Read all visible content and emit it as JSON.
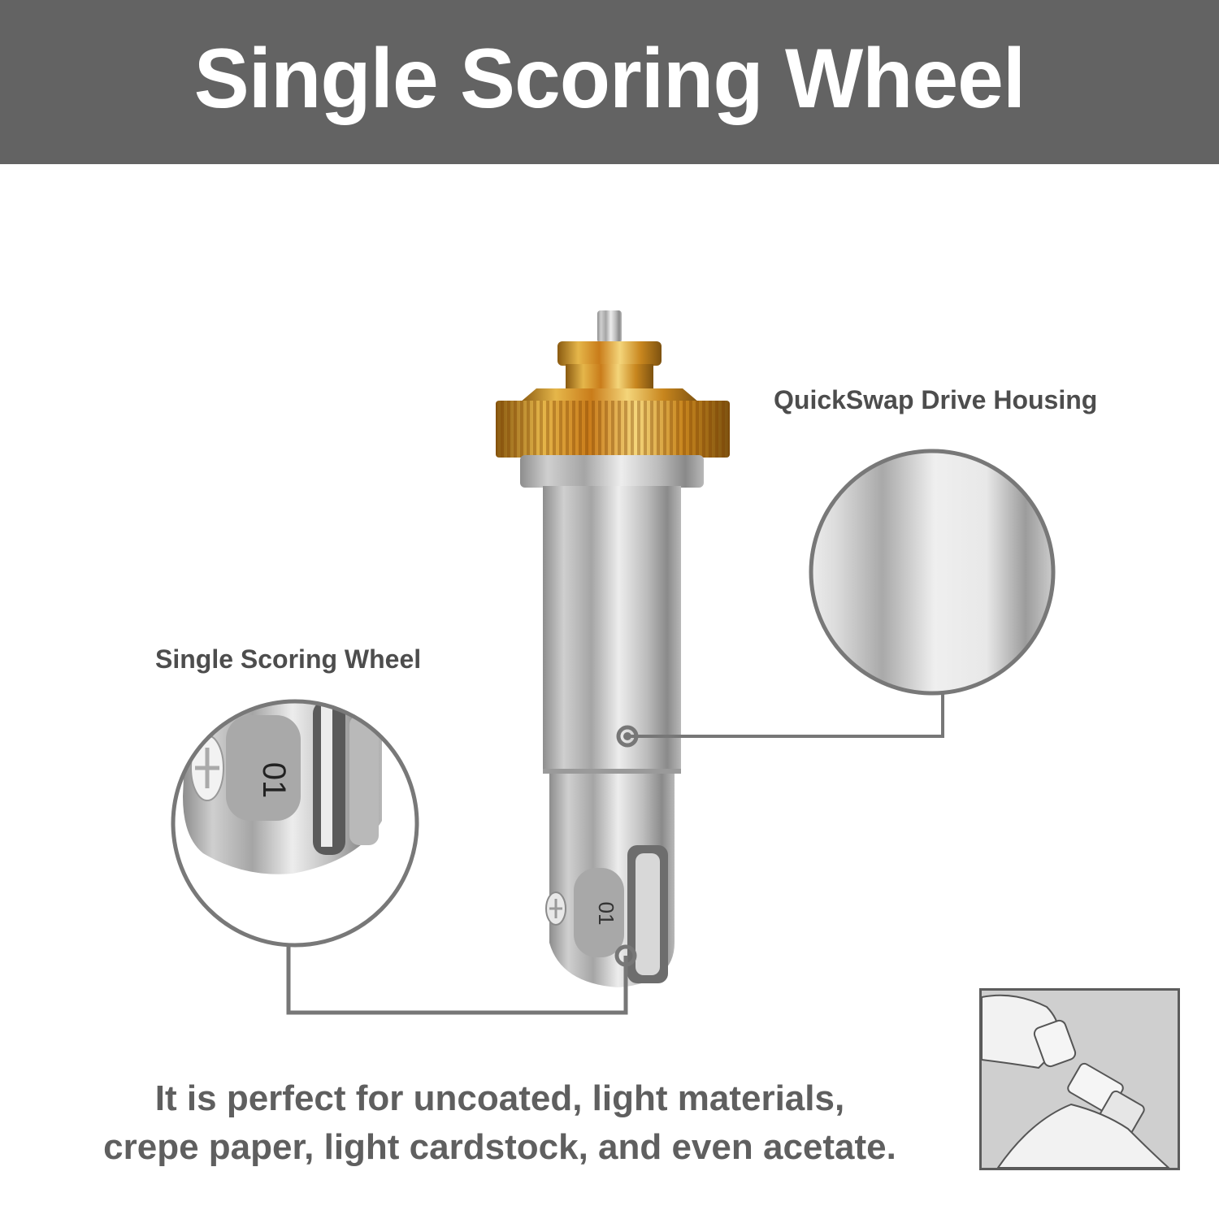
{
  "header": {
    "title": "Single Scoring Wheel",
    "background_color": "#636363",
    "text_color": "#ffffff"
  },
  "callouts": {
    "housing": {
      "label": "QuickSwap Drive Housing"
    },
    "wheel": {
      "label": "Single Scoring Wheel",
      "engraving": "01"
    }
  },
  "caption": {
    "line1": "It is perfect for uncoated, light materials,",
    "line2": "crepe paper, light cardstock, and even acetate."
  },
  "product": {
    "name": "Single Scoring Wheel",
    "tip_engraving": "01",
    "gear_color": "#d9a23a",
    "body_color": "#bdbdbd"
  },
  "inset": {
    "description": "illustration of hands inserting tip into drive housing"
  },
  "colors": {
    "callout_line": "#777777",
    "label_text": "#4d4d4d",
    "caption_text": "#5f5f5f"
  }
}
